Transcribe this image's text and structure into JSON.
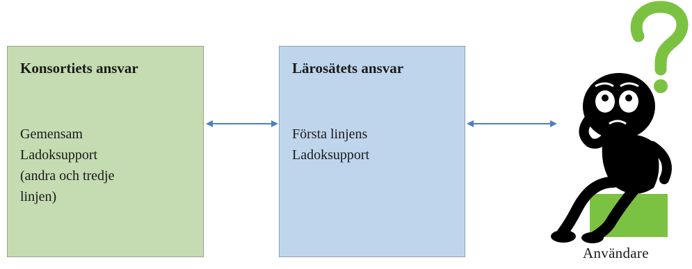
{
  "boxes": {
    "consortium": {
      "title": "Konsortiets ansvar",
      "lines": [
        "Gemensam",
        "Ladoksupport",
        "(andra och tredje",
        "linjen)"
      ],
      "color": "#c5dbb1"
    },
    "institution": {
      "title": "Lärosätets ansvar",
      "lines": [
        "Första linjens",
        "Ladoksupport"
      ],
      "color": "#bfd5ec"
    }
  },
  "user": {
    "label": "Användare",
    "icon": "confused-person-icon",
    "question_mark_color": "#7cc242",
    "pedestal_color": "#7cc242"
  },
  "arrow_color": "#4f7fbf"
}
